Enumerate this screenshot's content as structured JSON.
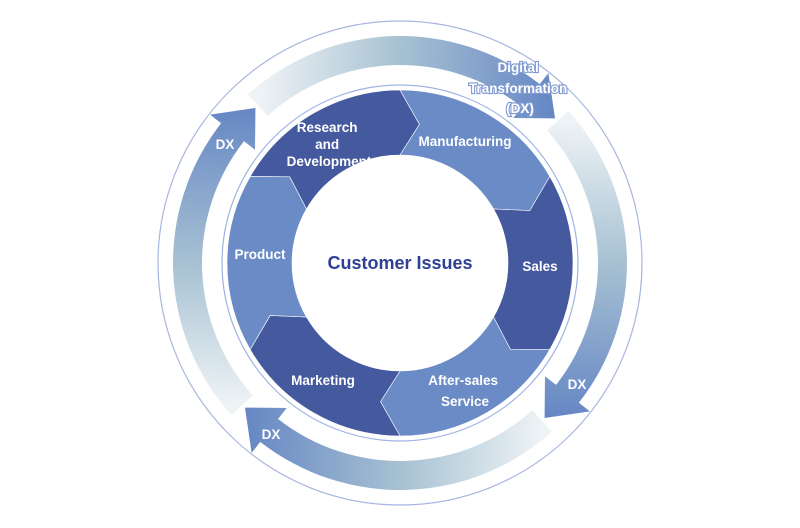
{
  "center": {
    "label": "Customer Issues",
    "color": "#2f3f94"
  },
  "outer_cycle": {
    "title_lines": [
      "Digital",
      "Transformation",
      "(DX)"
    ],
    "arrows": [
      {
        "label": "DX"
      },
      {
        "label": ""
      },
      {
        "label": "DX"
      },
      {
        "label": "DX"
      }
    ],
    "gradient_light": "#eef3f6",
    "gradient_mid": "#a9c3d3",
    "gradient_dark": "#6586c4"
  },
  "segments": [
    {
      "lines": [
        "Research",
        "and",
        "Development"
      ],
      "color": "#45599e"
    },
    {
      "lines": [
        "Manufacturing"
      ],
      "color": "#6a8bc6"
    },
    {
      "lines": [
        "Sales"
      ],
      "color": "#45599e"
    },
    {
      "lines": [
        "After-sales",
        "Service"
      ],
      "color": "#6a8bc6"
    },
    {
      "lines": [
        "Marketing"
      ],
      "color": "#45599e"
    },
    {
      "lines": [
        "Product"
      ],
      "color": "#6a8bc6"
    }
  ],
  "ring_outline_color": "#8fa6da"
}
